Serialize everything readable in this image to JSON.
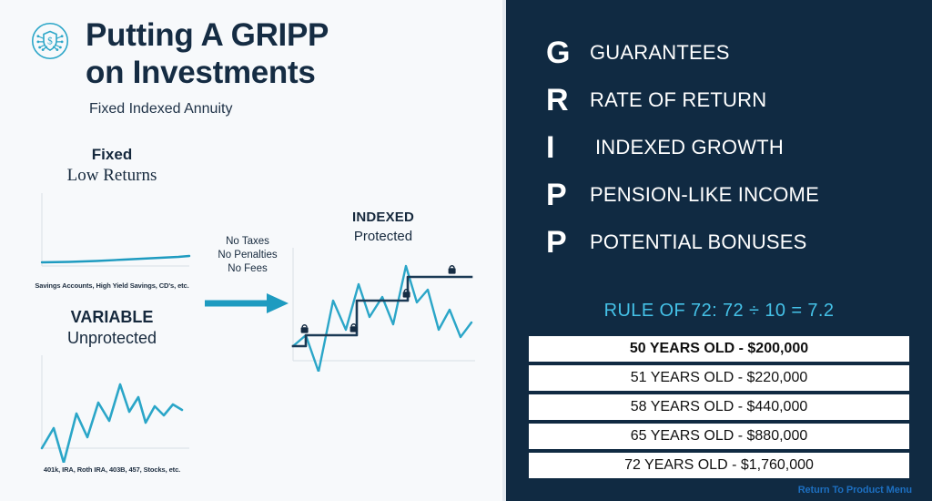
{
  "colors": {
    "panel_left_bg": "#f7f9fb",
    "panel_right_bg": "#102a42",
    "navy": "#152c43",
    "teal": "#1e9bc0",
    "cyan_accent": "#45c2e8",
    "link_blue": "#1d6fc0",
    "table_row_bg": "#ffffff"
  },
  "header": {
    "logo_icon": "shield-dollar-network-icon",
    "title": "Putting A GRIPP\non Investments",
    "subtitle": "Fixed Indexed Annuity"
  },
  "fixed_chart": {
    "heading": "Fixed",
    "subheading": "Low Returns",
    "caption": "Savings Accounts, High Yield Savings, CD's, etc."
  },
  "variable_chart": {
    "heading": "VARIABLE",
    "subheading": "Unprotected",
    "caption": "401k, IRA, Roth IRA, 403B, 457, Stocks, etc."
  },
  "transition": {
    "note": "No Taxes\nNo Penalties\nNo Fees",
    "arrow_icon": "arrow-right-icon"
  },
  "indexed_chart": {
    "heading": "INDEXED",
    "subheading": "Protected",
    "lock_icon": "padlock-icon",
    "lock_count": 4
  },
  "gripp": {
    "items": [
      {
        "letter": "G",
        "word": "GUARANTEES"
      },
      {
        "letter": "R",
        "word": "RATE OF RETURN"
      },
      {
        "letter": "I",
        "word": "INDEXED GROWTH"
      },
      {
        "letter": "P",
        "word": "PENSION-LIKE INCOME"
      },
      {
        "letter": "P",
        "word": "POTENTIAL BONUSES"
      }
    ]
  },
  "rule_of_72": {
    "text": "RULE OF 72:   72 ÷ 10 = 7.2"
  },
  "age_table": {
    "rows": [
      {
        "label": "50 YEARS OLD - $200,000"
      },
      {
        "label": "51 YEARS OLD - $220,000"
      },
      {
        "label": "58 YEARS OLD - $440,000"
      },
      {
        "label": "65 YEARS OLD - $880,000"
      },
      {
        "label": "72 YEARS OLD - $1,760,000"
      }
    ]
  },
  "footer": {
    "return_link": "Return To Product Menu"
  },
  "chart_data": [
    {
      "type": "line",
      "title": "Fixed",
      "subtitle": "Low Returns",
      "caption": "Savings Accounts, High Yield Savings, CD's, etc.",
      "series": [
        {
          "name": "fixed",
          "color": "#1e9bc0",
          "x": [
            0,
            20,
            40,
            60,
            80,
            100,
            120,
            140,
            155
          ],
          "y": [
            6,
            6,
            6.4,
            6.8,
            7.2,
            7.6,
            8.2,
            8.8,
            9.4
          ]
        }
      ],
      "xlim": [
        0,
        155
      ],
      "ylim": [
        0,
        100
      ],
      "grid": false,
      "legend": false
    },
    {
      "type": "line",
      "title": "VARIABLE",
      "subtitle": "Unprotected",
      "caption": "401k, IRA, Roth IRA, 403B, 457, Stocks, etc.",
      "series": [
        {
          "name": "variable",
          "color": "#1e9bc0",
          "x": [
            0,
            12,
            22,
            34,
            46,
            58,
            68,
            78,
            88,
            96,
            104,
            112,
            120,
            128,
            136,
            146,
            155
          ],
          "y": [
            30,
            48,
            8,
            62,
            40,
            70,
            52,
            80,
            58,
            72,
            30,
            64,
            48,
            55,
            44,
            50,
            45
          ]
        }
      ],
      "xlim": [
        0,
        155
      ],
      "ylim": [
        0,
        100
      ],
      "grid": false,
      "legend": false
    },
    {
      "type": "line",
      "title": "INDEXED",
      "subtitle": "Protected",
      "series": [
        {
          "name": "index-volatile",
          "color": "#2ba6c8",
          "x": [
            0,
            14,
            28,
            42,
            56,
            70,
            84,
            98,
            112,
            126,
            140,
            154,
            168,
            182,
            196,
            206
          ],
          "y": [
            14,
            26,
            4,
            60,
            34,
            70,
            44,
            62,
            38,
            84,
            56,
            66,
            30,
            48,
            26,
            40
          ]
        },
        {
          "name": "locked-steps",
          "color": "#1b3a55",
          "style": "step",
          "x": [
            0,
            14,
            14,
            70,
            70,
            126,
            126,
            206
          ],
          "y": [
            14,
            14,
            26,
            26,
            58,
            58,
            80,
            80
          ]
        }
      ],
      "locks_at": [
        {
          "x": 12,
          "y": 26
        },
        {
          "x": 62,
          "y": 38
        },
        {
          "x": 118,
          "y": 70
        },
        {
          "x": 172,
          "y": 92
        }
      ],
      "xlim": [
        0,
        206
      ],
      "ylim": [
        0,
        100
      ],
      "grid": false,
      "legend": false
    }
  ]
}
